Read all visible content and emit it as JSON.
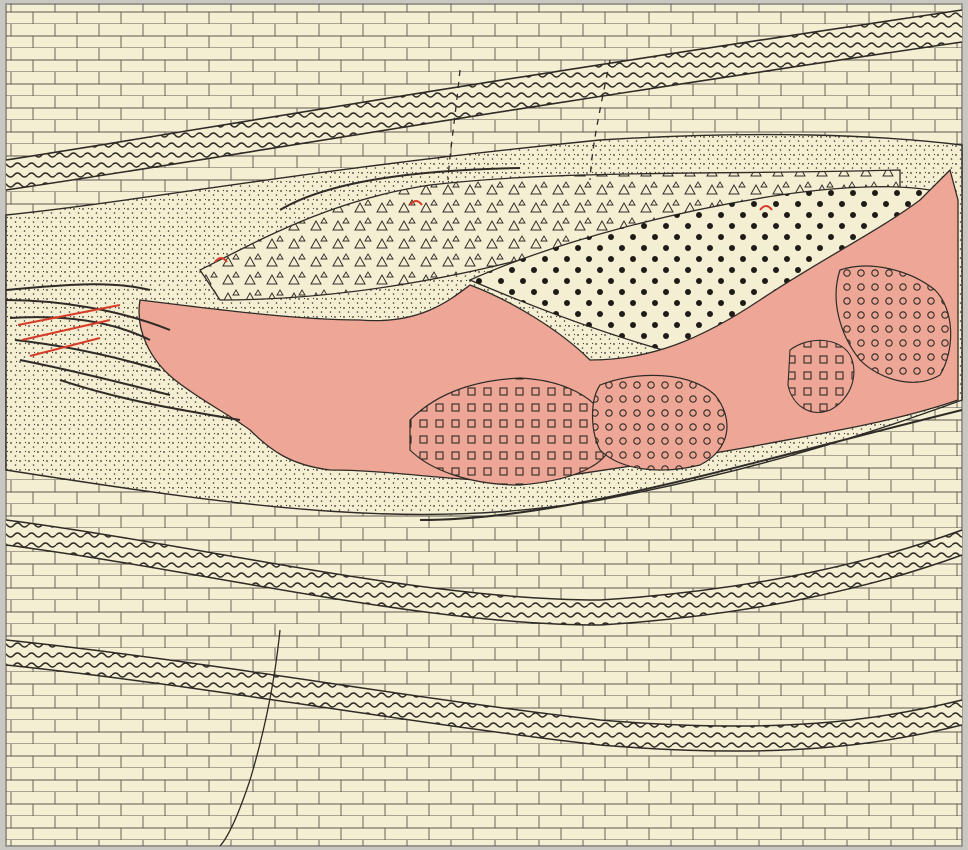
{
  "figure": {
    "kind": "hand-drawn geological cross-section",
    "labels": [],
    "colors": {
      "paper": "#f4efd2",
      "frame": "#9a9890",
      "ink": "#2f2b27",
      "granite_red": "#eea796",
      "red_mark": "#d83c28"
    },
    "units": [
      {
        "id": "limestone",
        "pattern": "brick-hatch"
      },
      {
        "id": "marl-bands",
        "pattern": "wavy-lines"
      },
      {
        "id": "sandstone-envelope",
        "pattern": "fine-stipple"
      },
      {
        "id": "breccia",
        "pattern": "triangles"
      },
      {
        "id": "conglomerate",
        "pattern": "large-dots"
      },
      {
        "id": "intrusion",
        "pattern": "red-fill"
      },
      {
        "id": "intrusion-squares",
        "pattern": "red-squares"
      },
      {
        "id": "intrusion-rings",
        "pattern": "red-rings"
      }
    ]
  }
}
